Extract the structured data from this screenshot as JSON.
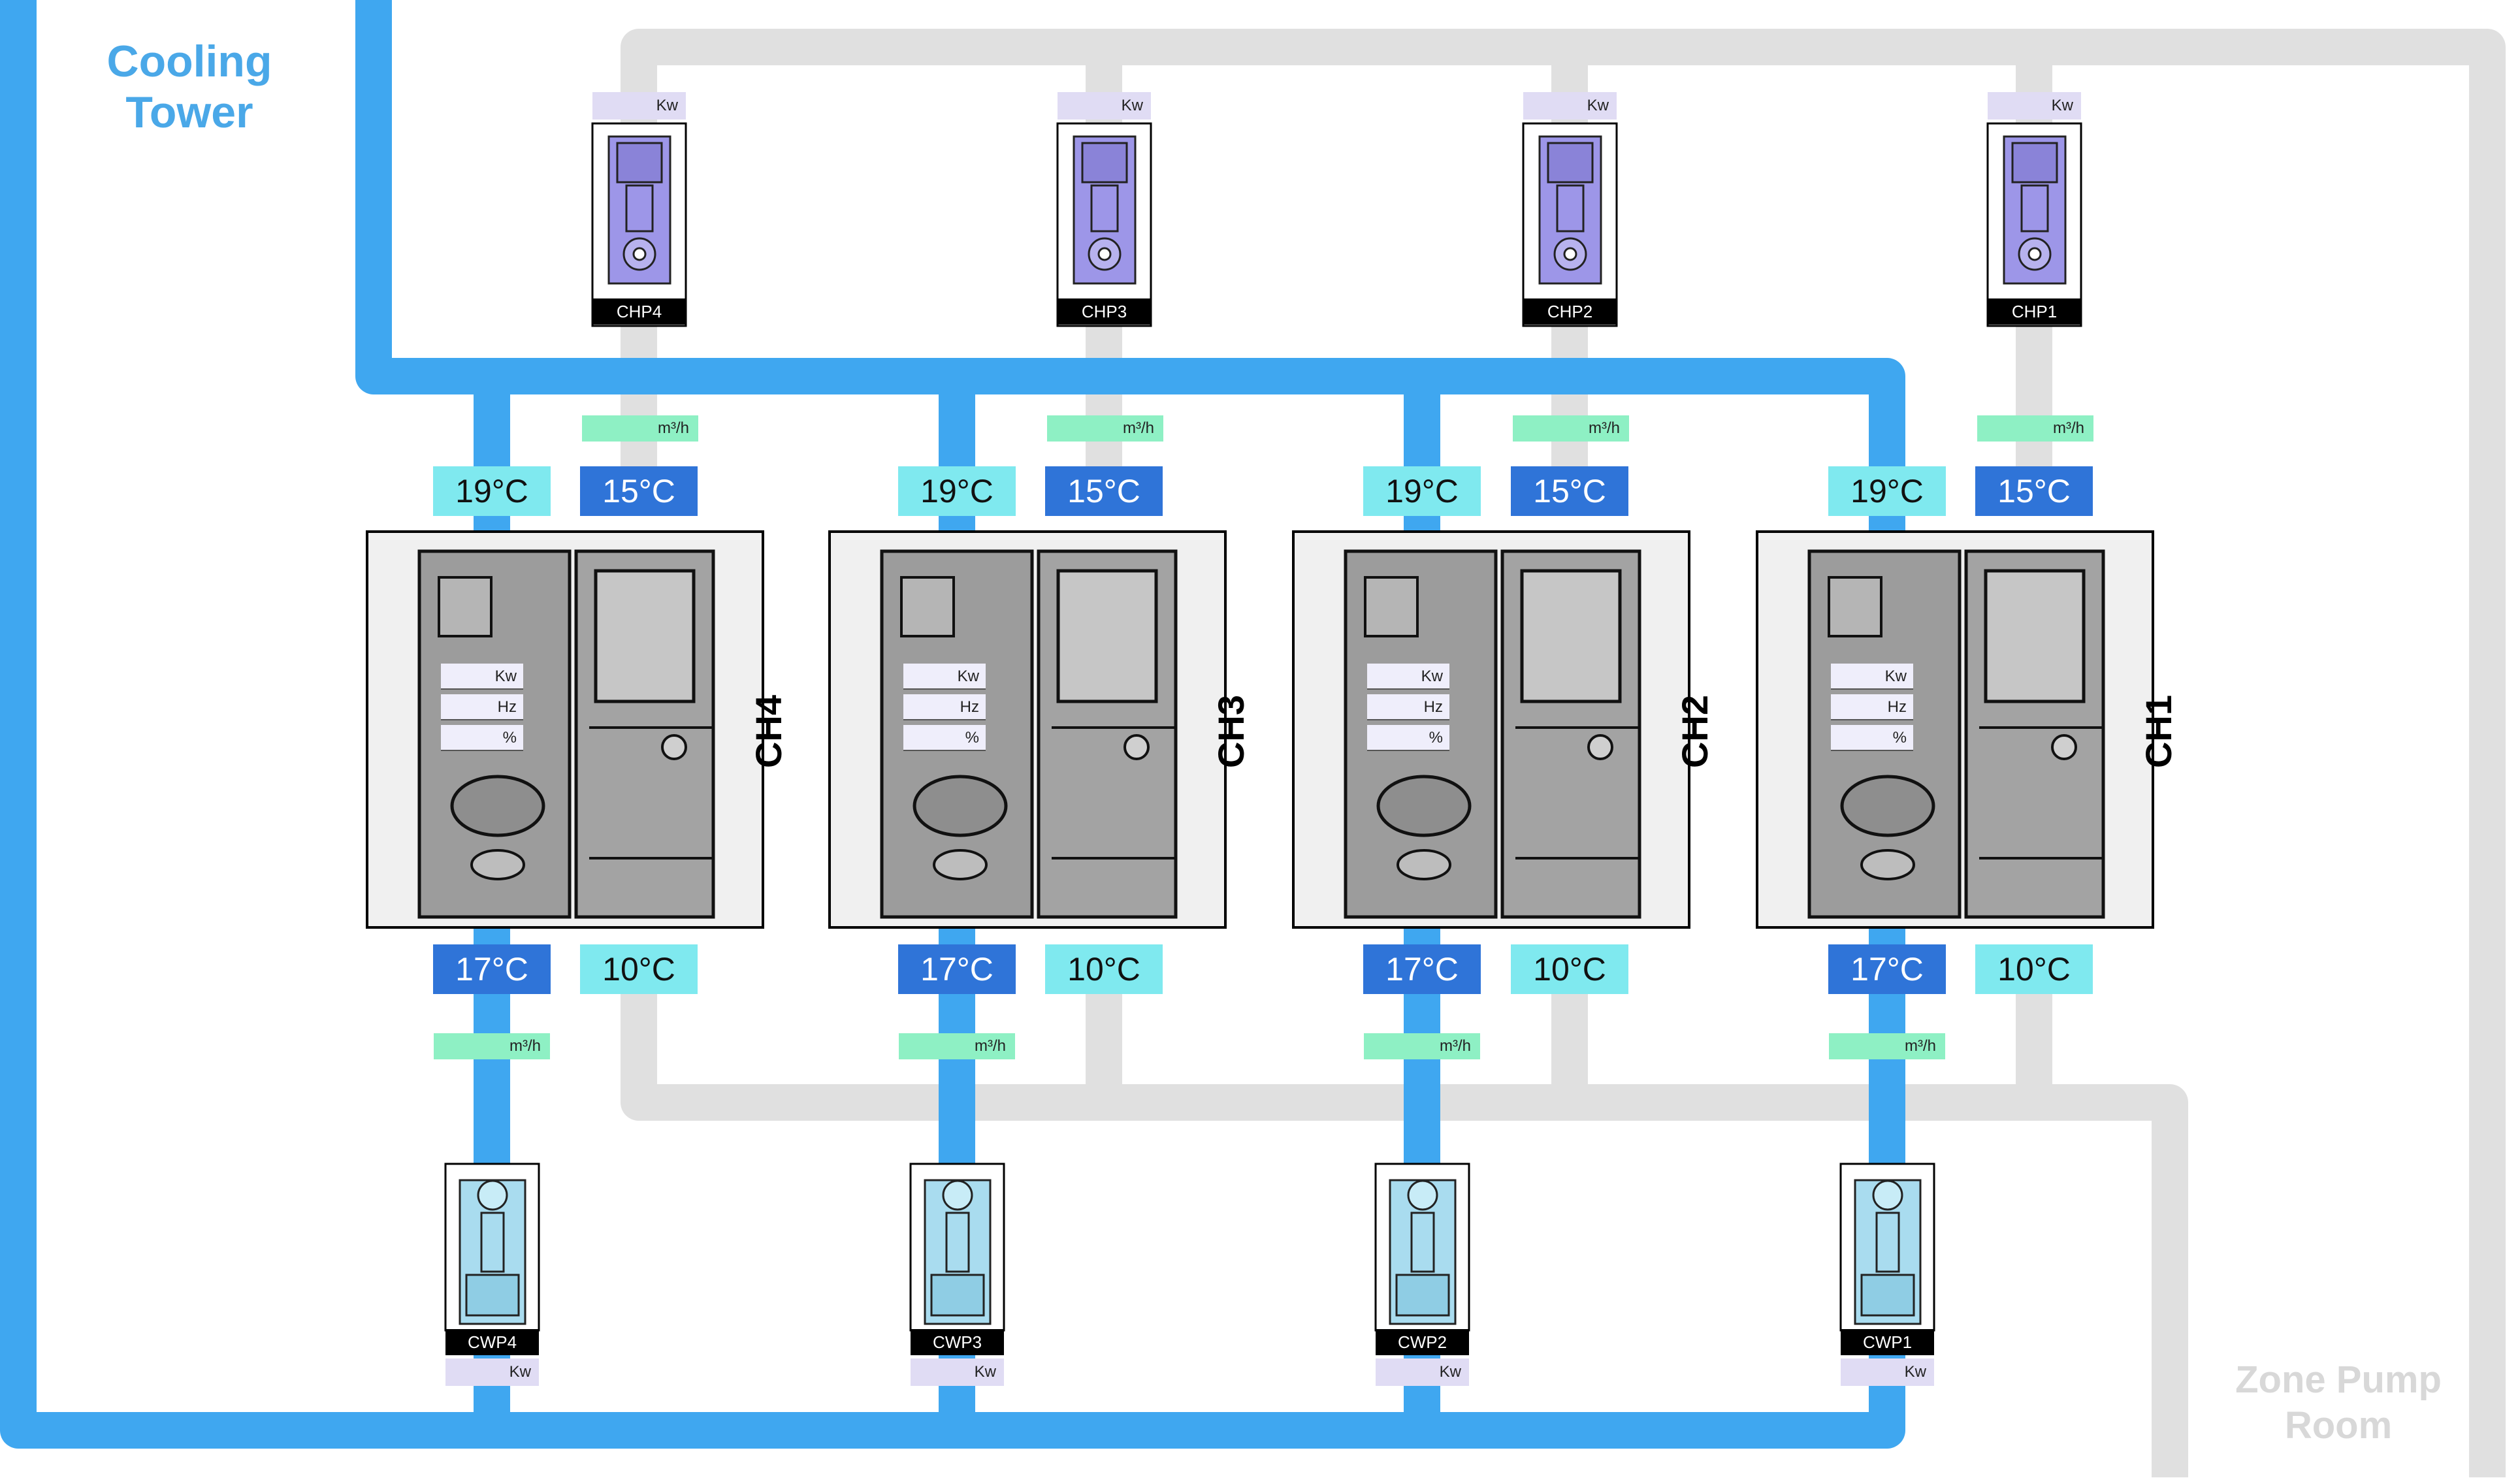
{
  "labels": {
    "cooling_tower": "Cooling\nTower",
    "zone_pump_room": "Zone Pump\nRoom"
  },
  "colors": {
    "condenser_pipe": "#3fa7f0",
    "chilled_pipe": "#e0e0e0",
    "hot_temp_badge": "#7fe9ef",
    "chw_temp_badge": "#2f74d8",
    "flow_badge": "#8ef0c4",
    "power_badge": "#e0dcf4",
    "chp_pump_body": "#9d96e8",
    "cwp_pump_body": "#a9dcef",
    "chiller_body": "#9c9c9c"
  },
  "chillers": [
    {
      "name": "CH4",
      "cond_in": "19°C",
      "chw_return": "15°C",
      "cond_out": "17°C",
      "chw_supply": "10°C",
      "meters": [
        "Kw",
        "Hz",
        "%"
      ]
    },
    {
      "name": "CH3",
      "cond_in": "19°C",
      "chw_return": "15°C",
      "cond_out": "17°C",
      "chw_supply": "10°C",
      "meters": [
        "Kw",
        "Hz",
        "%"
      ]
    },
    {
      "name": "CH2",
      "cond_in": "19°C",
      "chw_return": "15°C",
      "cond_out": "17°C",
      "chw_supply": "10°C",
      "meters": [
        "Kw",
        "Hz",
        "%"
      ]
    },
    {
      "name": "CH1",
      "cond_in": "19°C",
      "chw_return": "15°C",
      "cond_out": "17°C",
      "chw_supply": "10°C",
      "meters": [
        "Kw",
        "Hz",
        "%"
      ]
    }
  ],
  "chw_pumps": [
    {
      "name": "CHP4",
      "power": "Kw",
      "flow": "m³/h"
    },
    {
      "name": "CHP3",
      "power": "Kw",
      "flow": "m³/h"
    },
    {
      "name": "CHP2",
      "power": "Kw",
      "flow": "m³/h"
    },
    {
      "name": "CHP1",
      "power": "Kw",
      "flow": "m³/h"
    }
  ],
  "cw_pumps": [
    {
      "name": "CWP4",
      "power": "Kw",
      "flow": "m³/h"
    },
    {
      "name": "CWP3",
      "power": "Kw",
      "flow": "m³/h"
    },
    {
      "name": "CWP2",
      "power": "Kw",
      "flow": "m³/h"
    },
    {
      "name": "CWP1",
      "power": "Kw",
      "flow": "m³/h"
    }
  ]
}
